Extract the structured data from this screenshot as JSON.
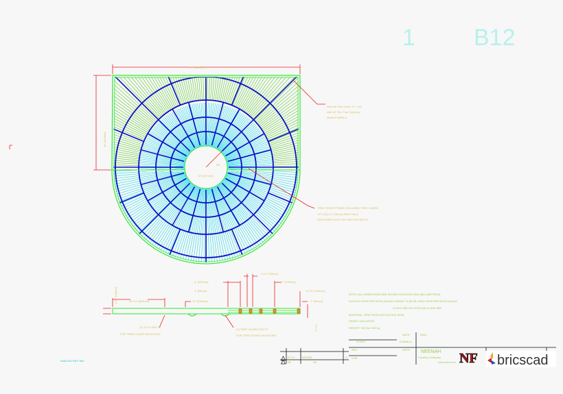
{
  "sheet": {
    "number": "1",
    "code": "B12"
  },
  "plan_view": {
    "dim_width": "72\" [1829mm]",
    "dim_height": "36\" [914mm]",
    "dim_opening": "18\" [457mm]",
    "dim_radius": "R8",
    "note_top": [
      "Neenah Tree Grate 72\" x 36\"",
      "with 18\" Dia. Tree Opening",
      "Model R-8806-A"
    ],
    "note_mid": [
      "TREE GRATE FRAME INCLUDED TREE GUARD",
      "1/2\" [13] x 3\" [76mm] Steel Frame",
      "ANCHORED WITH 3/4\" ANCHOR BOLTS"
    ]
  },
  "section_view": {
    "dim_a": "35 1/4\" [895mm]",
    "dim_b": "10\" [254mm]",
    "dim_c": "4\" [102mm]",
    "dim_d": "1\" [25mm]",
    "dim_e": "3 1/2\" [89mm]",
    "dim_f": "7\" [178mm]",
    "dim_g": "8 1/2\" [216mm]",
    "dim_h": "1\" [25mm]",
    "dim_thk": "1 1/2\" [38mm]",
    "note_left": [
      "(3) 1/2-13 BOLTS",
      "FOR TREE GUARD MOUNTING"
    ],
    "note_right": [
      "(2) TREE GUARD BOLTS",
      "FOR TREE GUARD MOUNTING"
    ],
    "scale": "N.T.S."
  },
  "notes": [
    "NOTE: ALL DIMENSIONS ARE SHOWN IN INCHES AND [MILLIMETERS].",
    "DUCTILE IRON PER ASTM A536-80 GRADE 70-50-05; GRAY IRON PER ASTM A48-83",
    "CLASS 35B OR ASTM A48 CLASS 30B",
    "MATERIAL:      GRAY IRON OR DUCTILE IRON",
    "FINISH:        UNCOATED",
    "WEIGHT:        340 lbs/ 154 kg"
  ],
  "title_block": {
    "company": "NEENAH",
    "subtitle": "Foundry Company",
    "phone": "www.nfco.com",
    "labels": [
      "SCALE",
      "DATE",
      "DWG",
      "REV",
      "CHK",
      "APPR"
    ],
    "values": [
      "N.T.S.",
      "08/2009",
      "R-8806-A",
      "A",
      "JB",
      "RK"
    ],
    "logo": "NF",
    "brand": "bricscad"
  },
  "stamp": "AutoCAD SHX Text",
  "colors": {
    "frame": "#2ee82e",
    "bar": "#0a10c8",
    "fill_cyan": "#20d8e8",
    "fill_green": "#5cc82c",
    "dimension": "#e82020",
    "text": "#d9c060"
  }
}
